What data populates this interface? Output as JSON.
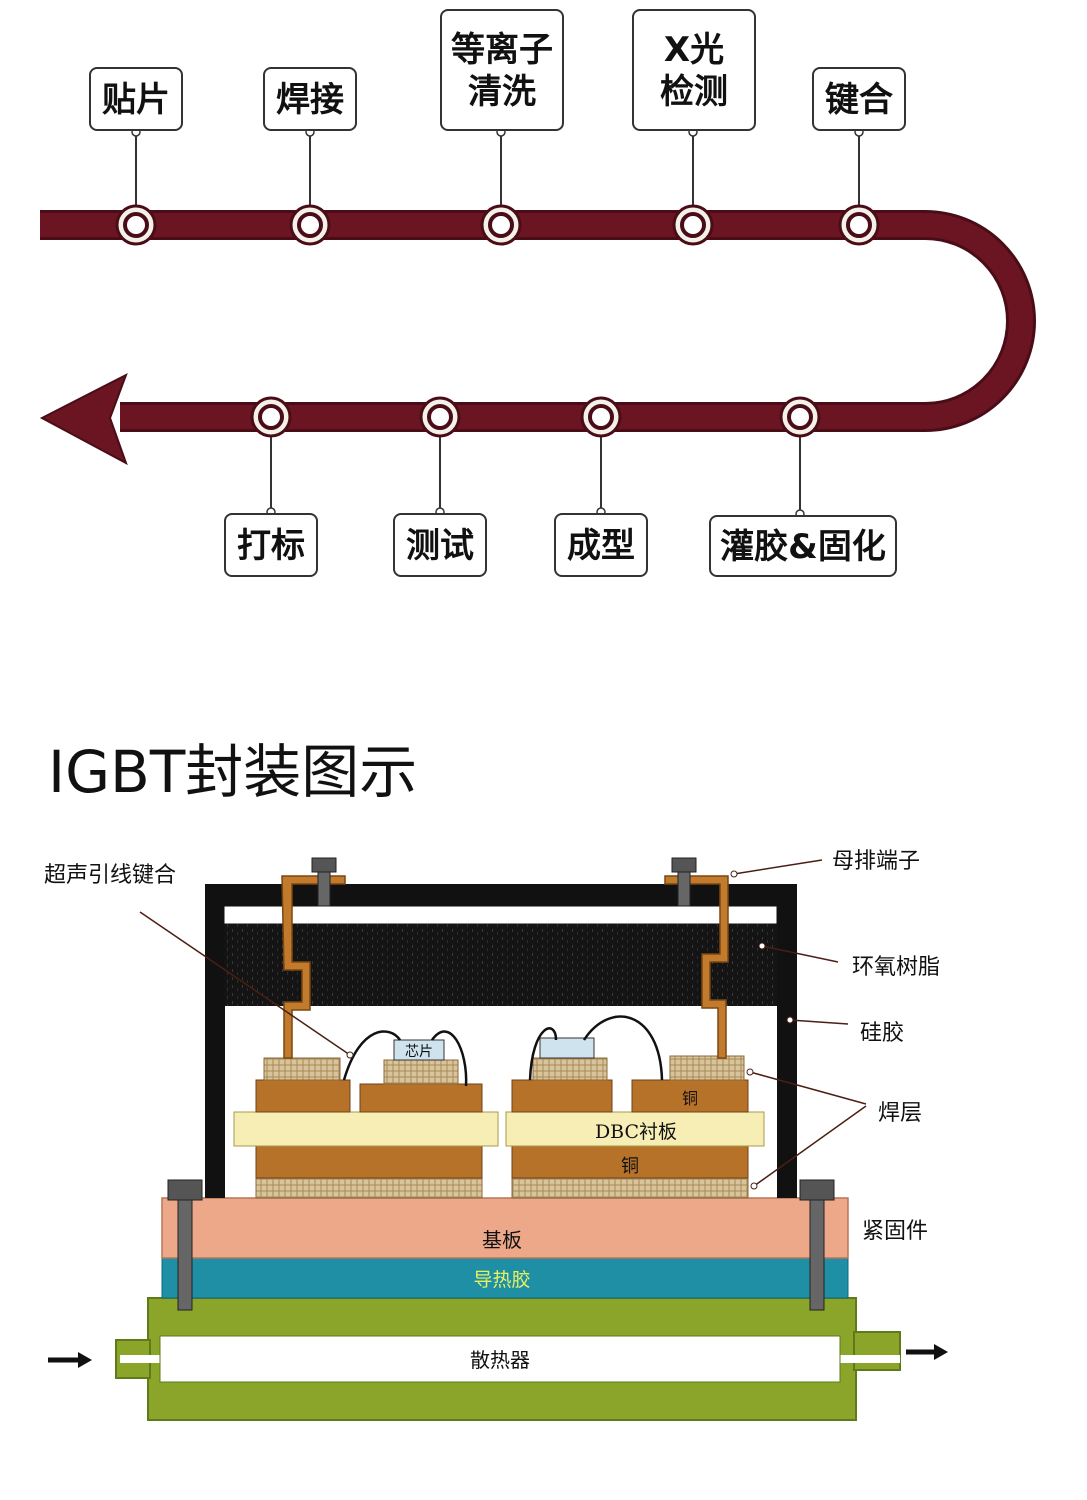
{
  "process_flow": {
    "top_steps": [
      {
        "lines": [
          "贴片"
        ]
      },
      {
        "lines": [
          "焊接"
        ]
      },
      {
        "lines": [
          "等离子",
          "清洗"
        ]
      },
      {
        "lines": [
          "X光",
          "检测"
        ]
      },
      {
        "lines": [
          "键合"
        ]
      }
    ],
    "bottom_steps": [
      {
        "lines": [
          "打标"
        ]
      },
      {
        "lines": [
          "测试"
        ]
      },
      {
        "lines": [
          "成型"
        ]
      },
      {
        "lines": [
          "灌胶&固化"
        ]
      }
    ]
  },
  "package_diagram": {
    "title": "IGBT封装图示",
    "labels": {
      "ultrasonic_bonding": "超声引线键合",
      "busbar_terminal": "母排端子",
      "epoxy": "环氧树脂",
      "silicone": "硅胶",
      "solder_layer": "焊层",
      "fastener": "紧固件",
      "chip": "芯片",
      "copper_top": "铜",
      "dbc_substrate": "DBC衬板",
      "copper_bottom": "铜",
      "baseplate": "基板",
      "thermal_paste": "导热胶",
      "heatsink": "散热器"
    }
  },
  "colors": {
    "track": "#6b1523",
    "track_dark": "#4a0d17",
    "baseplate": "#eda88a",
    "thermal": "#1f8fa6",
    "thermal_text": "#e8f060",
    "heatsink": "#8aa52a",
    "copper": "#b7722a",
    "dbc": "#f6eeb4",
    "terminal": "#c27a2c",
    "epoxy": "#1a1a1a"
  }
}
